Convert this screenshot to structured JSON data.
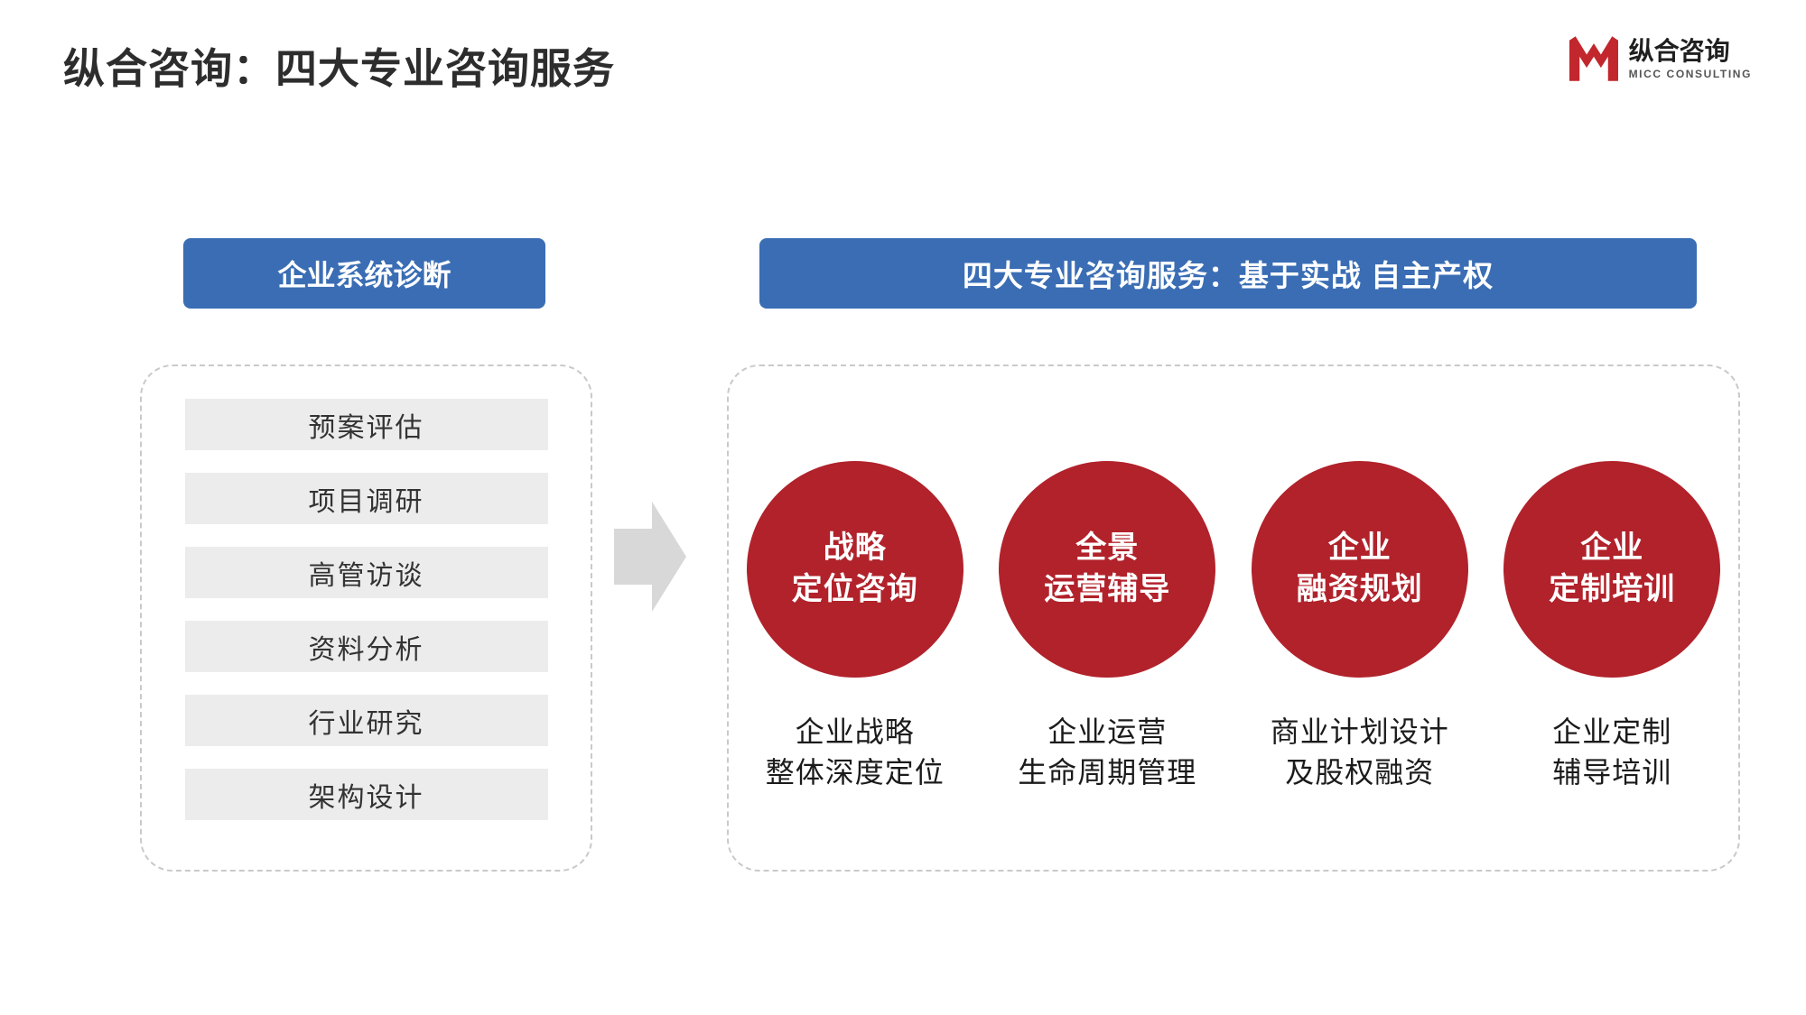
{
  "page": {
    "title": "纵合咨询：四大专业咨询服务"
  },
  "logo": {
    "name": "纵合咨询",
    "subtitle": "MICC CONSULTING"
  },
  "colors": {
    "header_blue": "#3a6db4",
    "circle_red": "#b1222b",
    "bar_gray": "#ececec",
    "logo_red": "#c1272d"
  },
  "left_panel": {
    "header": "企业系统诊断",
    "items": [
      "预案评估",
      "项目调研",
      "高管访谈",
      "资料分析",
      "行业研究",
      "架构设计"
    ]
  },
  "right_panel": {
    "header": "四大专业咨询服务：基于实战  自主产权",
    "services": [
      {
        "circle_line1": "战略",
        "circle_line2": "定位咨询",
        "caption_line1": "企业战略",
        "caption_line2": "整体深度定位"
      },
      {
        "circle_line1": "全景",
        "circle_line2": "运营辅导",
        "caption_line1": "企业运营",
        "caption_line2": "生命周期管理"
      },
      {
        "circle_line1": "企业",
        "circle_line2": "融资规划",
        "caption_line1": "商业计划设计",
        "caption_line2": "及股权融资"
      },
      {
        "circle_line1": "企业",
        "circle_line2": "定制培训",
        "caption_line1": "企业定制",
        "caption_line2": "辅导培训"
      }
    ]
  }
}
